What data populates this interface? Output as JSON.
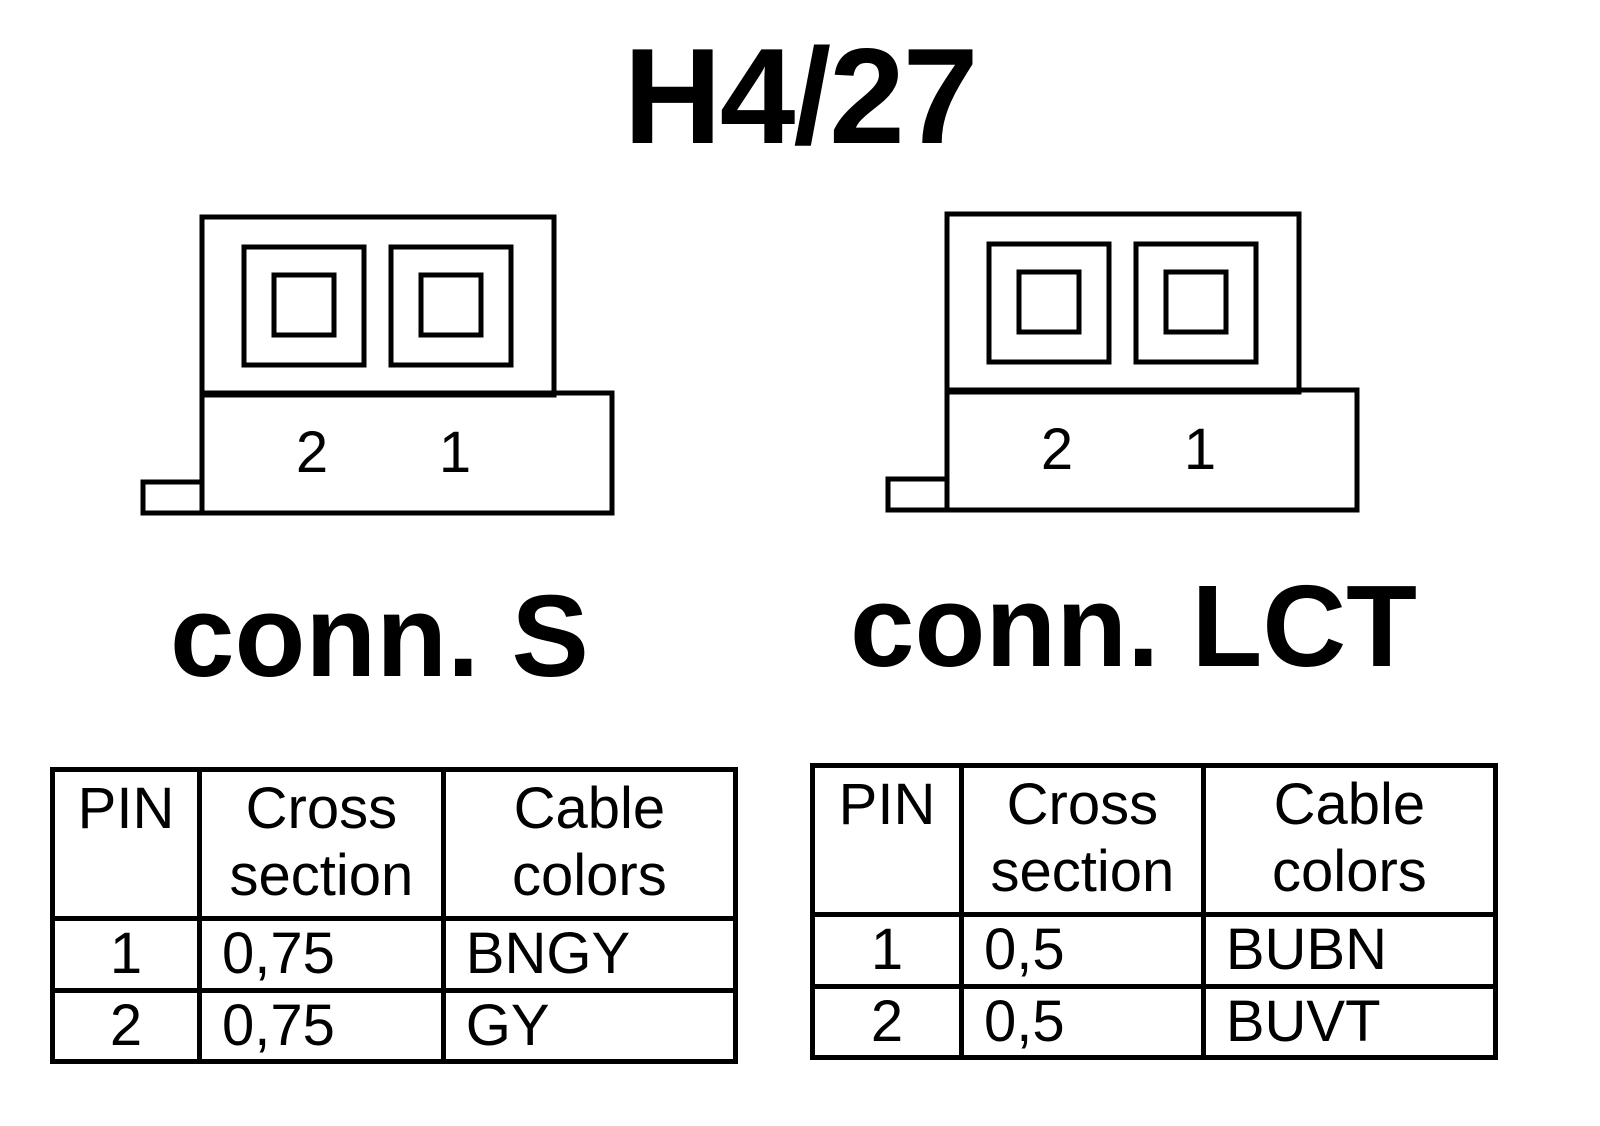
{
  "title": "H4/27",
  "connectors": [
    {
      "label": "conn. S",
      "pin_left": "2",
      "pin_right": "1"
    },
    {
      "label": "conn. LCT",
      "pin_left": "2",
      "pin_right": "1"
    }
  ],
  "tables": [
    {
      "headers": {
        "pin": "PIN",
        "cross_1": "Cross",
        "cross_2": "section",
        "color_1": "Cable",
        "color_2": "colors"
      },
      "rows": [
        {
          "pin": "1",
          "cross": "0,75",
          "color": "BNGY"
        },
        {
          "pin": "2",
          "cross": "0,75",
          "color": "GY"
        }
      ]
    },
    {
      "headers": {
        "pin": "PIN",
        "cross_1": "Cross",
        "cross_2": "section",
        "color_1": "Cable",
        "color_2": "colors"
      },
      "rows": [
        {
          "pin": "1",
          "cross": "0,5",
          "color": "BUBN"
        },
        {
          "pin": "2",
          "cross": "0,5",
          "color": "BUVT"
        }
      ]
    }
  ]
}
